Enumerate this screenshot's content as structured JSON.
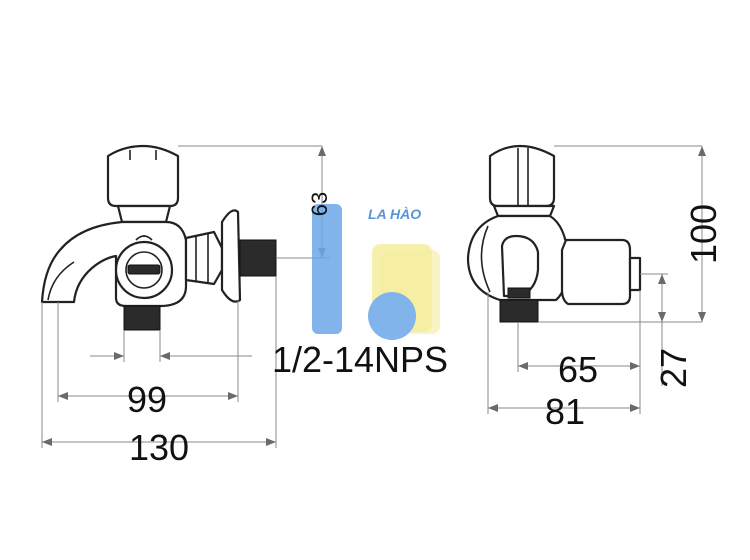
{
  "dimensions": {
    "d130": "130",
    "d99": "99",
    "thread": "1/2-14NPS",
    "d63": "63",
    "d100": "100",
    "d65": "65",
    "d81": "81",
    "d27": "27"
  },
  "watermark": {
    "text": "LA HÀO",
    "blue": "#6aa8e8",
    "yellow": "#f2ea8a",
    "text_color": "#3b82d6"
  },
  "colors": {
    "line": "#6a6a6a",
    "outline": "#222222",
    "thread": "#2b2b2b"
  }
}
